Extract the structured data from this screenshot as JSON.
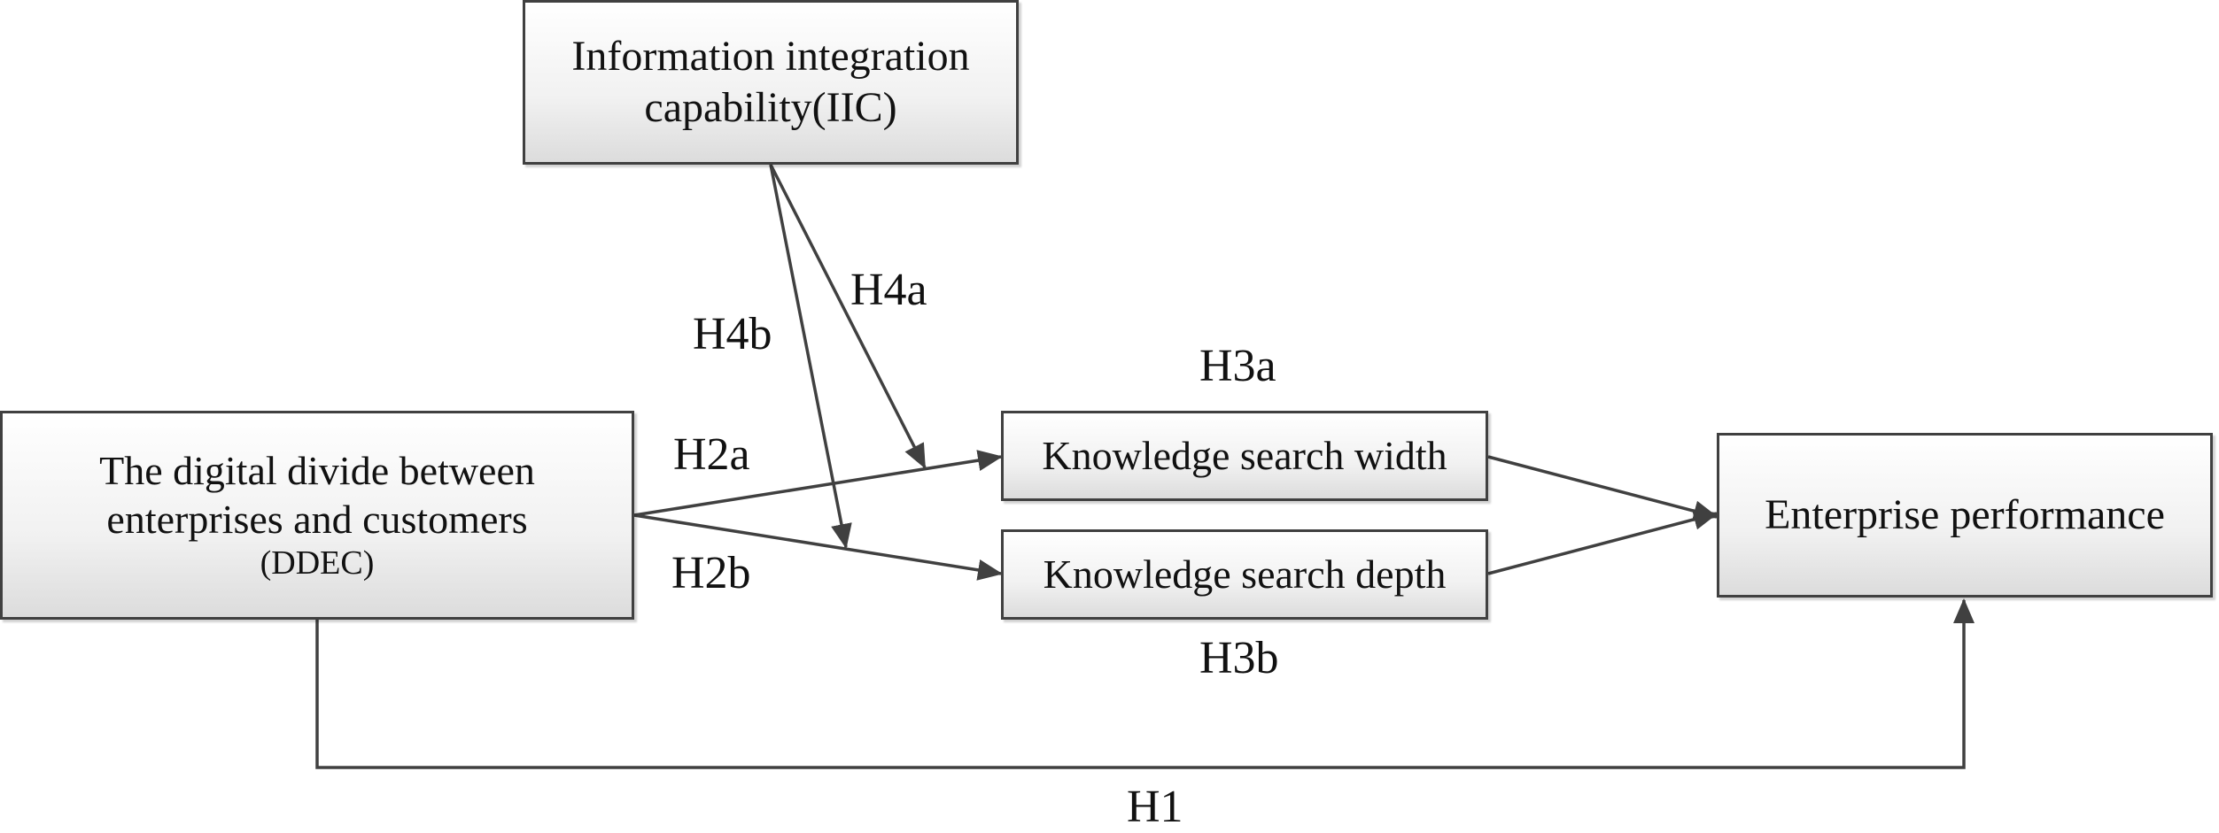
{
  "nodes": {
    "iic": {
      "line1": "Information integration",
      "line2": "capability(IIC)"
    },
    "ddec": {
      "line1": "The digital divide between",
      "line2": "enterprises and customers",
      "line3": "(DDEC)"
    },
    "ksw": {
      "label": "Knowledge search width"
    },
    "ksd": {
      "label": "Knowledge search depth"
    },
    "ep": {
      "label": "Enterprise performance"
    }
  },
  "hypotheses": {
    "h1": "H1",
    "h2a": "H2a",
    "h2b": "H2b",
    "h3a": "H3a",
    "h3b": "H3b",
    "h4a": "H4a",
    "h4b": "H4b"
  },
  "colors": {
    "line": "#404040",
    "border": "#404040"
  }
}
